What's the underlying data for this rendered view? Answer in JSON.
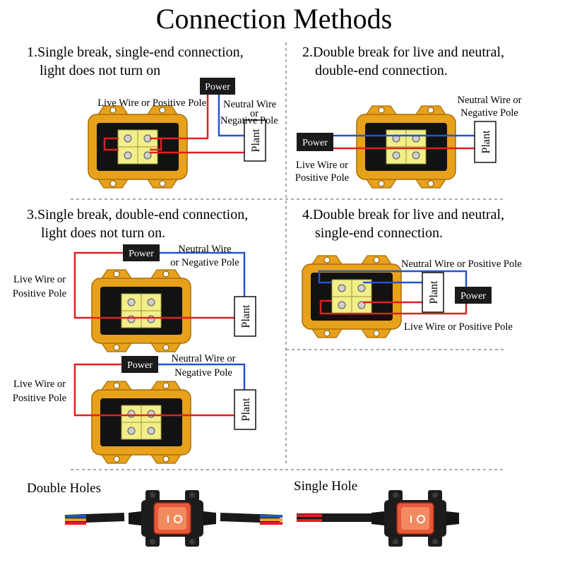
{
  "title": "Connection Methods",
  "sections": [
    {
      "line1": "1.Single break, single-end connection,",
      "line2": "light does not turn on"
    },
    {
      "line1": "2.Double break for live and neutral,",
      "line2": "double-end connection."
    },
    {
      "line1": "3.Single break, double-end connection,",
      "line2": "light does not turn on."
    },
    {
      "line1": "4.Double break for live and neutral,",
      "line2": "single-end connection."
    }
  ],
  "labels": {
    "power": "Power",
    "plant": "Plant",
    "d1_live": "Live Wire or Positive Pole",
    "d1_neutral_1": "Neutral Wire",
    "d1_neutral_2": "or",
    "d1_neutral_3": "Negative Pole",
    "d2_neutral_1": "Neutral Wire or",
    "d2_neutral_2": "Negative Pole",
    "d2_live_1": "Live Wire or",
    "d2_live_2": "Positive Pole",
    "d3a_neutral_1": "Neutral Wire",
    "d3a_neutral_2": "or Negative Pole",
    "d3a_live_1": "Live Wire or",
    "d3a_live_2": "Positive Pole",
    "d3b_neutral_1": "Neutral Wire or",
    "d3b_neutral_2": "Negative Pole",
    "d3b_live_1": "Live Wire or",
    "d3b_live_2": "Positive Pole",
    "d4_neutral": "Neutral Wire or Positive Pole",
    "d4_live": "Live Wire or Positive Pole"
  },
  "bottom": {
    "double_holes": "Double Holes",
    "single_hole": "Single Hole"
  },
  "colors": {
    "housing": "#e8a11a",
    "terminal": "#f2ef8a",
    "live_wire": "#e02020",
    "neutral_wire": "#2255cc",
    "power_box": "#1a1a1a",
    "rocker": "#e8583a"
  }
}
